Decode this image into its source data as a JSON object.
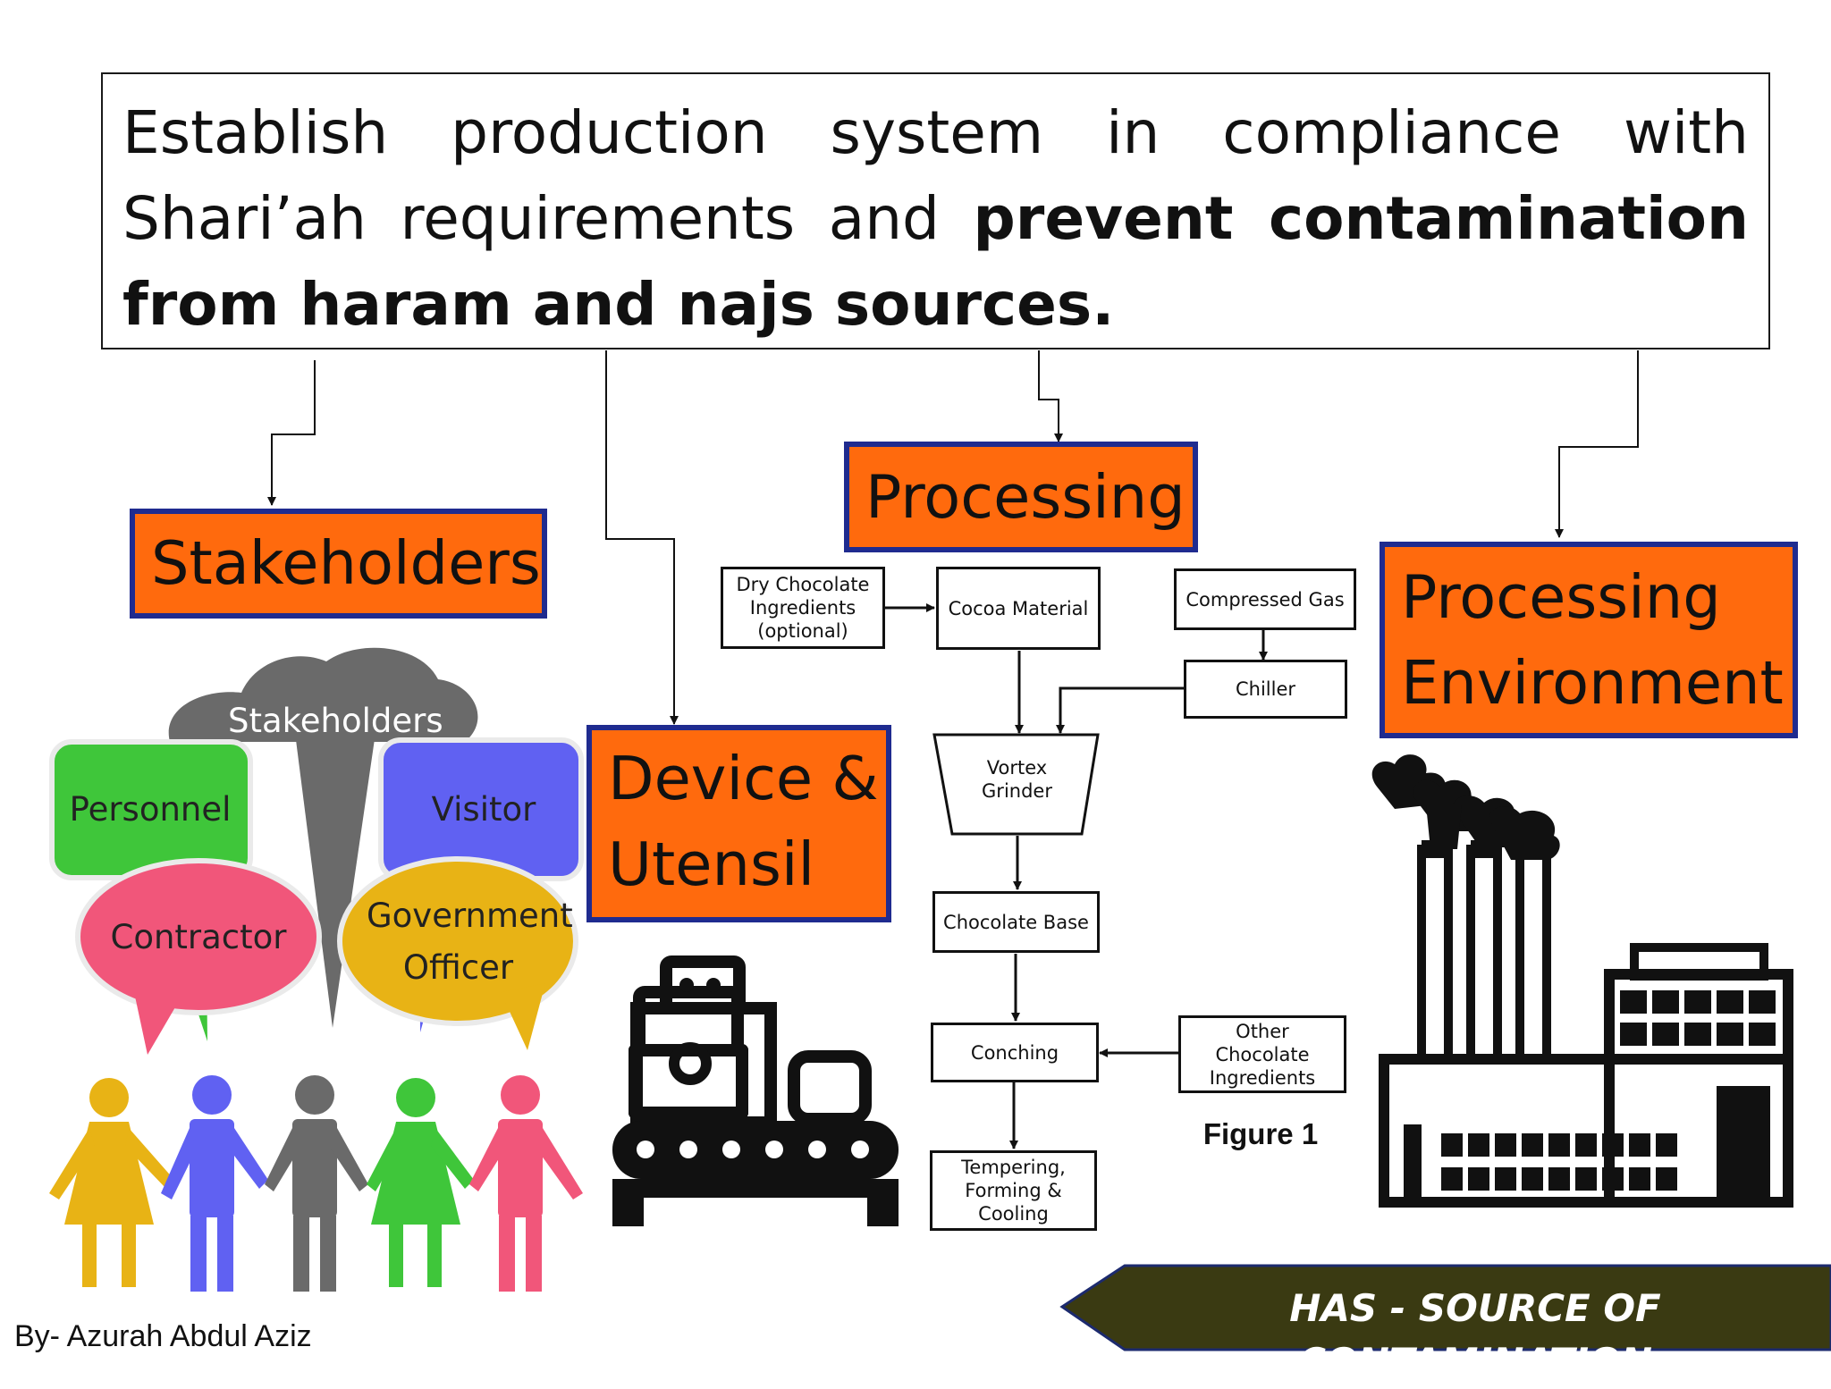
{
  "headline": {
    "normal": "Establish production system in compliance with Shari’ah requirements and ",
    "bold": "prevent contamination from haram and najs sources."
  },
  "categories": {
    "stakeholders": "Stakeholders",
    "device": "Device & Utensil",
    "processing": "Processing",
    "environment": "Processing Environment"
  },
  "stakeholder_bubbles": {
    "center": "Stakeholders",
    "personnel": "Personnel",
    "visitor": "Visitor",
    "contractor": "Contractor",
    "government": "Government Officer"
  },
  "flowchart": {
    "dry_ingredients": "Dry Chocolate Ingredients (optional)",
    "cocoa_material": "Cocoa Material",
    "compressed_gas": "Compressed Gas",
    "chiller": "Chiller",
    "vortex_grinder": "Vortex Grinder",
    "chocolate_base": "Chocolate Base",
    "conching": "Conching",
    "other_ingredients": "Other Chocolate Ingredients",
    "tempering": "Tempering, Forming & Cooling",
    "figure_label": "Figure 1"
  },
  "colors": {
    "category_fill": "#ff6a0d",
    "category_border": "#1f2b8f",
    "personnel": "#3fc63a",
    "visitor": "#6061f2",
    "contractor": "#f1567a",
    "government": "#e8b315",
    "stakeholders": "#6a6a6a",
    "banner": "#3a3a12"
  },
  "icons": [
    "bubbles-people-illustration",
    "conveyor-machine-icon",
    "factory-icon"
  ],
  "footer": {
    "author": "By- Azurah Abdul Aziz",
    "banner": "HAS - SOURCE OF CONTAMINATION"
  }
}
